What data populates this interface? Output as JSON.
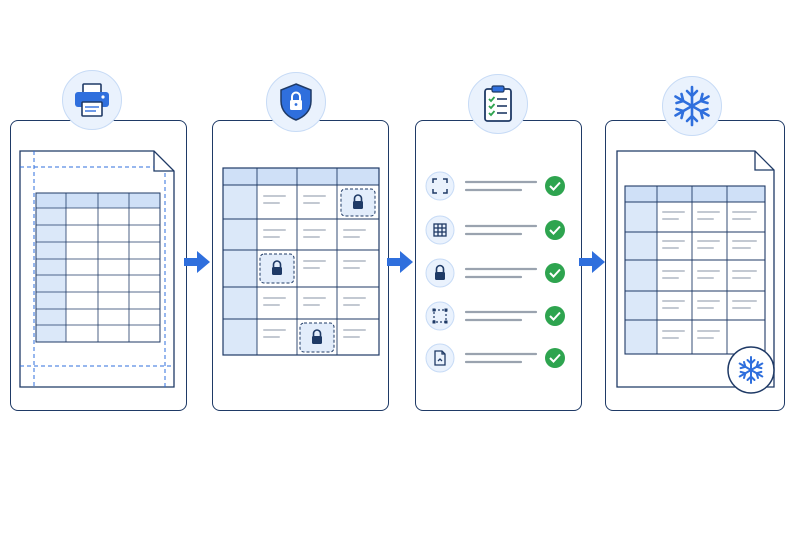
{
  "colors": {
    "outline": "#1f3a66",
    "accent": "#2f6fdd",
    "table_header": "#cfe0f7",
    "check_green": "#2ea44f",
    "badge_bg": "#eaf2fd",
    "line_gray": "#c3c9d2"
  },
  "steps": [
    {
      "icon": "printer-icon",
      "illustration": "page-with-print-area-table"
    },
    {
      "icon": "shield-lock-icon",
      "illustration": "table-with-locked-cells"
    },
    {
      "icon": "clipboard-checklist-icon",
      "illustration": "checklist-with-checks"
    },
    {
      "icon": "snowflake-icon",
      "illustration": "frozen-table-page"
    }
  ],
  "checklist_icons": [
    "fit-frame-icon",
    "grid-icon",
    "lock-icon",
    "dashed-selection-icon",
    "document-icon"
  ],
  "flow_arrows": 3
}
